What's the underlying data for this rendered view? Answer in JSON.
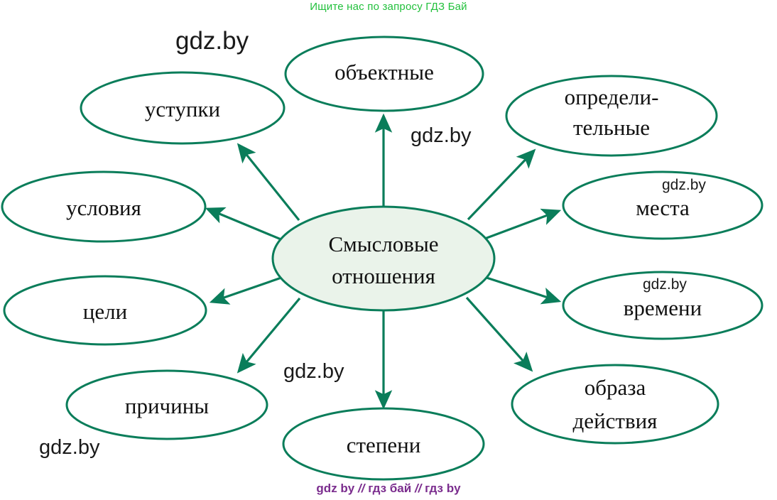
{
  "page": {
    "title": "Смысловые отношения — схема",
    "background_color": "#ffffff"
  },
  "banners": {
    "top_text": "Ищите нас по запросу ГДЗ Бай",
    "top_color": "#22c03c",
    "bottom_left": "gdz by",
    "bottom_sep1": "//",
    "bottom_middle": "гдз бай",
    "bottom_sep2": "//",
    "bottom_right": "гдз by",
    "bottom_color": "#7b2d8e"
  },
  "diagram": {
    "type": "mind-map",
    "stroke_color": "#0a7d5a",
    "center_fill": "#eaf3ea",
    "node_fill": "#ffffff",
    "center": {
      "label_line1": "Смысловые",
      "label_line2": "отношения"
    },
    "nodes": [
      {
        "id": "obektnye",
        "label_line1": "объектные",
        "label_line2": ""
      },
      {
        "id": "opredelitelnye",
        "label_line1": "определи-",
        "label_line2": "тельные"
      },
      {
        "id": "mesta",
        "label_line1": "места",
        "label_line2": ""
      },
      {
        "id": "vremeni",
        "label_line1": "времени",
        "label_line2": ""
      },
      {
        "id": "obraza",
        "label_line1": "образа",
        "label_line2": "действия"
      },
      {
        "id": "stepeni",
        "label_line1": "степени",
        "label_line2": ""
      },
      {
        "id": "prichiny",
        "label_line1": "причины",
        "label_line2": ""
      },
      {
        "id": "celi",
        "label_line1": "цели",
        "label_line2": ""
      },
      {
        "id": "usloviya",
        "label_line1": "условия",
        "label_line2": ""
      },
      {
        "id": "ustupki",
        "label_line1": "уступки",
        "label_line2": ""
      }
    ]
  },
  "watermarks": [
    {
      "id": "wm-top-left",
      "text": "gdz.by"
    },
    {
      "id": "wm-top-center",
      "text": "gdz.by"
    },
    {
      "id": "wm-mesta",
      "text": "gdz.by"
    },
    {
      "id": "wm-vremeni",
      "text": "gdz.by"
    },
    {
      "id": "wm-bottom-mid",
      "text": "gdz.by"
    },
    {
      "id": "wm-bottom-left",
      "text": "gdz.by"
    }
  ]
}
